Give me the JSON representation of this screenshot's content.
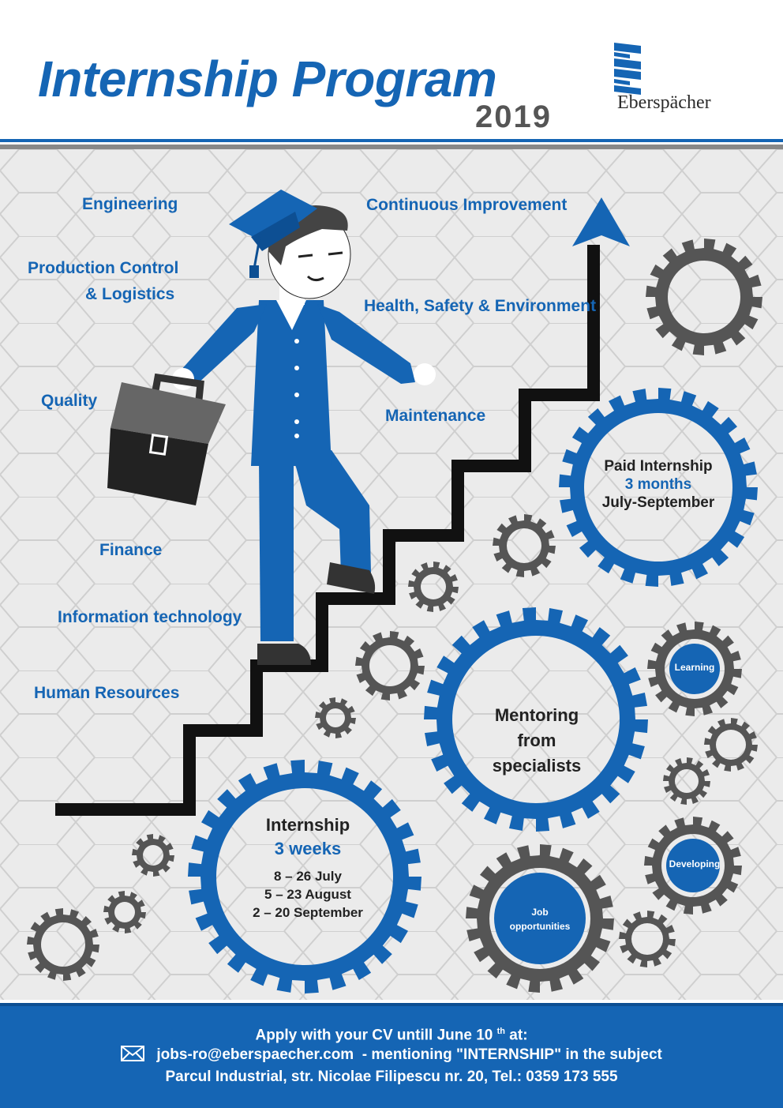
{
  "header": {
    "title": "Internship Program",
    "year": "2019",
    "brand": "Eberspächer",
    "brand_color": "#1565b4"
  },
  "departments_left": [
    "Engineering",
    "Production Control",
    "& Logistics",
    "Quality",
    "Finance",
    "Information technology",
    "Human Resources"
  ],
  "departments_right": [
    "Continuous Improvement",
    "Health, Safety & Environment",
    "Maintenance"
  ],
  "paid": {
    "title": "Paid Internship",
    "duration": "3 months",
    "period": "July-September"
  },
  "mentoring": {
    "line1": "Mentoring",
    "line2": "from",
    "line3": "specialists"
  },
  "internship": {
    "title": "Internship",
    "duration": "3 weeks",
    "dates": [
      "8 – 26 July",
      "5 – 23 August",
      "2 – 20 September"
    ]
  },
  "small_gears": {
    "learning": "Learning",
    "developing": "Developing",
    "job1": "Job",
    "job2": "opportunities"
  },
  "footer": {
    "line1_pre": "Apply with your CV untill June 10",
    "line1_sup": "th",
    "line1_post": "at:",
    "email": "jobs-ro@eberspaecher.com",
    "email_note": "- mentioning \"INTERNSHIP\" in the subject",
    "address": "Parcul Industrial, str. Nicolae Filipescu nr. 20, Tel.: 0359 173 555"
  },
  "icons": [
    "mail-icon",
    "graduation-cap-icon",
    "briefcase-icon",
    "arrow-up-icon",
    "gear-icon",
    "eberspaecher-logo-icon"
  ],
  "colors": {
    "blue": "#1565b4",
    "grey": "#555555",
    "background": "#ebebeb"
  }
}
